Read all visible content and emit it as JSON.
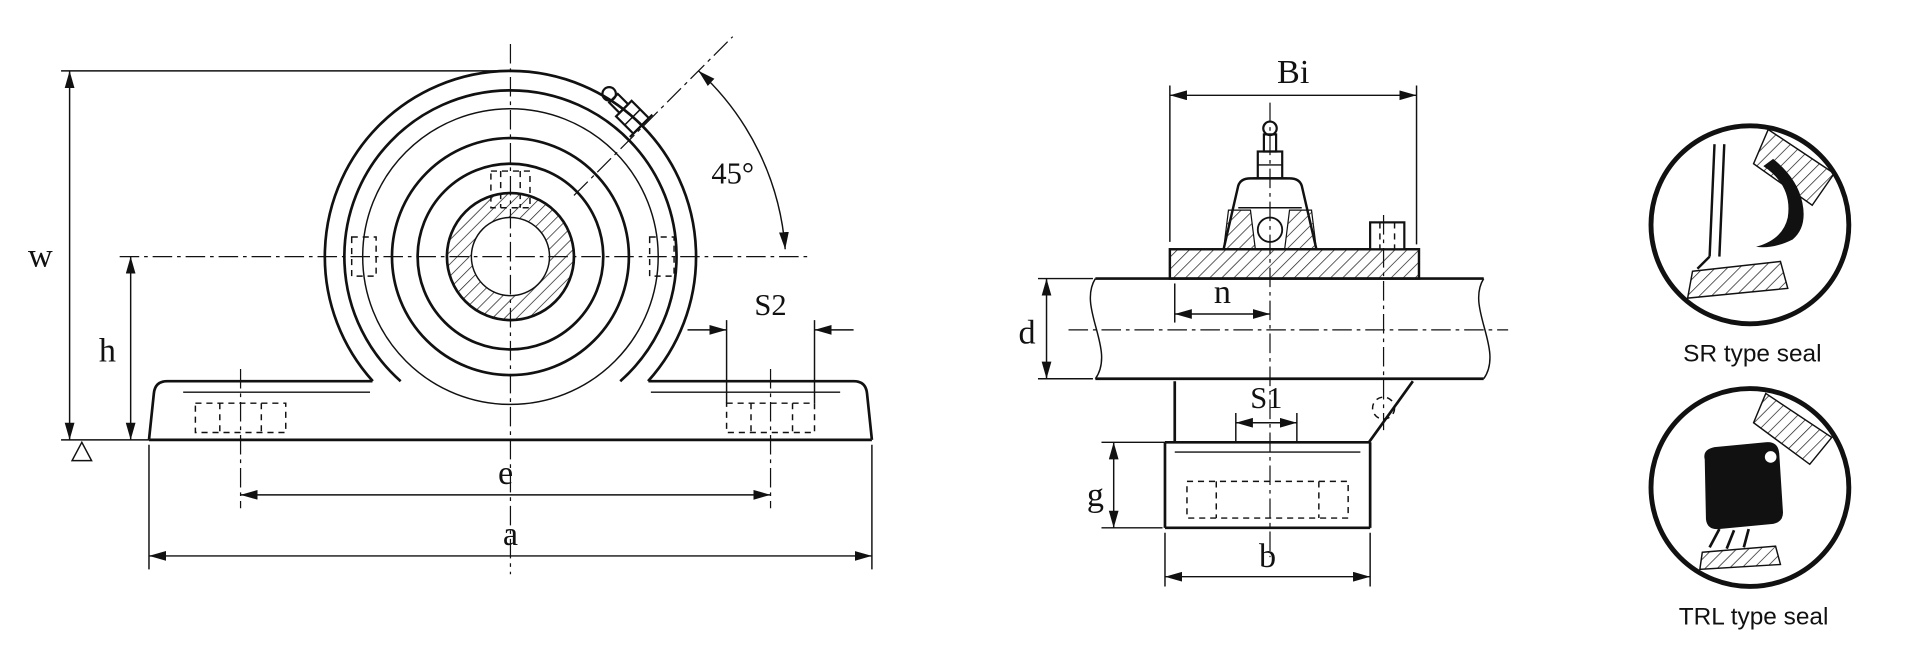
{
  "colors": {
    "ink": "#111111",
    "background": "#ffffff"
  },
  "front_view": {
    "labels": {
      "w": "w",
      "h": "h",
      "e": "e",
      "a": "a",
      "s2": "S2",
      "angle": "45°"
    }
  },
  "side_view": {
    "labels": {
      "bi": "Bi",
      "n": "n",
      "d": "d",
      "s1": "S1",
      "g": "g",
      "b": "b"
    }
  },
  "seals": {
    "sr_label": "SR type seal",
    "trl_label": "TRL type seal"
  }
}
